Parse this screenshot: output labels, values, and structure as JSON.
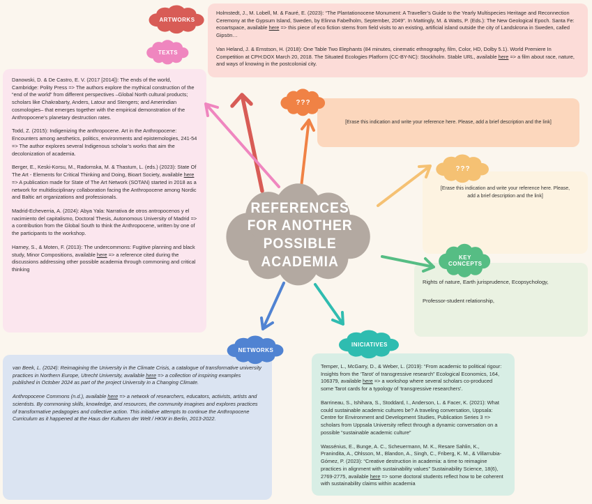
{
  "canvas": {
    "bg": "#fbf6ee"
  },
  "center": {
    "lines": [
      "REFERENCES",
      "FOR ANOTHER",
      "POSSIBLE",
      "ACADEMIA"
    ],
    "color": "#b3a9a1"
  },
  "clouds": {
    "artworks": {
      "label": "ARTWORKS",
      "color": "#d85c56"
    },
    "texts": {
      "label": "TEXTS",
      "color": "#ef86bf"
    },
    "unknown1": {
      "label": "???",
      "color": "#f08245"
    },
    "unknown2": {
      "label": "???",
      "color": "#f5c173"
    },
    "key_concepts": {
      "label": "KEY CONCEPTS",
      "color": "#56bd84"
    },
    "networks": {
      "label": "NETWORKS",
      "color": "#5083d2"
    },
    "iniciatives": {
      "label": "INICIATIVES",
      "color": "#2fbcb0"
    }
  },
  "panels": {
    "artworks_refs": {
      "bg": "#fcdcd8",
      "paragraphs": [
        "Holmstedt, J., M. Lobell, M. & Fauré, E. (2023): “The Plantationocene Monument: A Traveller’s Guide to the Yearly Multispecies Heritage and Reconnection Ceremony at the Gypsum Island, Sweden, by Elinna Fabelholm, September, 2049”. In Mattingly, M. & Watts, P. (Eds.): The New Geological Epoch. Santa Fe: ecoartspace, available here => this piece of eco fiction stems from field visits to an existing, artificial island outside the city of Landskrona in Sweden, called Gipsön…",
        "Van Heland, J. & Ernstson, H. (2018): One Table Two Elephants (84 minutes, cinematic ethnography, film, Color, HD, Dolby 5.1). World Premiere In Competition at CPH:DOX March 20, 2018. The Situated Ecologies Platform (CC-BY-NC): Stockholm. Stable URL, available here => a film about race, nature, and ways of knowing in the postcolonial city."
      ]
    },
    "texts_refs": {
      "bg": "#fbe6ee",
      "paragraphs": [
        "Danowski, D. & De Castro, E. V. (2017 [2014]): The ends of the world, Cambridge: Polity Press => The authors explore the mythical construction of the “end of the world” from different perspectives –Global North cultural products; scholars like Chakrabarty, Anders, Latour and Stengers; and Amerindian cosmologies– that emerges together with the empirical demonstration of the Anthropocene’s planetary destruction rates.",
        "Todd, Z. (2015): Indigenizing the anthropocene. Art in the Anthropocene: Encounters among aesthetics, politics, environments and epistemologies, 241-54 => The author explores several Indigenous scholar’s works that aim the decolonization of academia.",
        "Berger, E., Keski-Korsu, M., Radomska, M. & Thastum, L. (eds.) (2023): State Of The Art - Elements for Critical Thinking and Doing, Bioart Society, available here => A publication made for State of The Art Network (SOTAN) started in 2018 as a network for multidisciplinary collaboration facing the Anthropocene among Nordic and Baltic art organizations and professionals.",
        "Madrid-Echeverria, A. (2024): Abya Yala: Narrativa de otros antropocenos y el nacimiento del capitalismo, Doctoral Thesis, Autonomous University of Madrid => a contribution from the Global South to think the Anthropocene, written by one of the participants to the workshop.",
        "Harney, S., & Moten, F. (2013): The undercommons: Fugitive planning and black study, Minor Compositions, available here => a reference cited during the discussions addressing other possible academia through commoning and critical thinking"
      ]
    },
    "placeholder_orange": {
      "bg": "#fcd7bd",
      "text": "[Erase this indication and write your reference here. Please, add a brief description and the link]"
    },
    "placeholder_cream": {
      "bg": "#fdf3e1",
      "text": "[Erase this indication and write your reference here. Please, add a brief description and the link]"
    },
    "key_concepts_panel": {
      "bg": "#eaf2e2",
      "paragraphs": [
        "Rights of nature, Earth jurisprudence, Ecopsychology,",
        "Professor-student relationship,"
      ]
    },
    "networks_refs": {
      "bg": "#dbe4f2",
      "paragraphs": [
        "van Beek, L. (2024): Reimagining the University in the Climate Crisis, a catalogue of transformative university practices in Northern Europe, Utrecht University, available here => a collection of inspiring examples published in October 2024 as part of the project University in a Changing Climate.",
        "Anthropocene Commons (n.d.), available here => a network of researchers, educators, activists, artists and scientists. By commoning skills, knowledge, and resources, the community imagines and explores practices of transformative pedagogies and collective action. This initiative attempts to continue the Anthropocene Curriculum as it happened at the Haus der Kulturen der Welt / HKW in Berlin, 2013-2022."
      ]
    },
    "iniciatives_refs": {
      "bg": "#d8eee5",
      "paragraphs": [
        "Temper, L., McGarry, D., & Weber, L. (2019): “From academic to political rigour: Insights from the ‘Tarot’ of transgressive research” Ecological Economics, 164, 106379, available here => a workshop where several scholars co-produced some Tarot cards for a typology of ‘transgressive researchers’.",
        "Barrineau, S., Ishihara, S., Stoddard, I., Anderson, L. & Facer, K. (2021): What could sustainable academic cultures be? A traveling conversation, Uppsala: Centre for Environment and Development Studies, Publication Series 3 => scholars from Uppsala University reflect through a dynamic conversation on a possible “sustainable academic culture”",
        "Wassénius, E., Bunge, A. C., Scheuermann, M. K., Resare Sahlin, K., Pranindita, A., Ohlsson, M., Blandon, A., Singh, C., Friberg, K. M., & Villarrubia-Gómez, P. (2023): “Creative destruction in academia: a time to reimagine practices in alignment with sustainability values” Sustainability Science, 18(6), 2769-2775, available here => some doctoral students reflect how to be coherent with sustainability claims within academia"
      ]
    }
  }
}
